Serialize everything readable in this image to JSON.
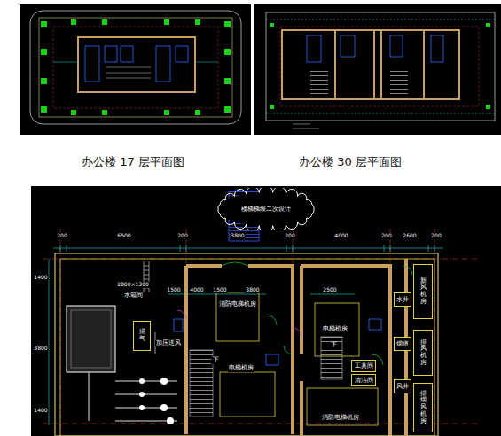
{
  "diagram": {
    "nodes": [
      {
        "text": [
          "楼梯梯级二次设计"
        ]
      },
      {
        "text": [
          "排气"
        ]
      },
      {
        "text": [
          "新风机房"
        ]
      },
      {
        "text": [
          "排风机房"
        ]
      },
      {
        "text": [
          "排烟风机房"
        ]
      },
      {
        "text": [
          "水井"
        ]
      },
      {
        "text": [
          "烟道"
        ]
      },
      {
        "text": [
          "风井"
        ]
      },
      {
        "text": [
          "工具间"
        ]
      },
      {
        "text": [
          "清洁间"
        ]
      }
    ],
    "labels": [
      "办公楼 17 层平面图",
      "办公楼 30 层平面图",
      "200",
      "6500",
      "200",
      "3800",
      "200",
      "4000",
      "200",
      "2600",
      "200",
      "2800×1300",
      "1500",
      "4000",
      "1500",
      "3800",
      "2500",
      "1400",
      "3800",
      "1400",
      "水箱间",
      "加压送风",
      "消防电梯机房",
      "电梯机房",
      "下",
      "电梯机房",
      "下",
      "消防电梯机房"
    ]
  }
}
